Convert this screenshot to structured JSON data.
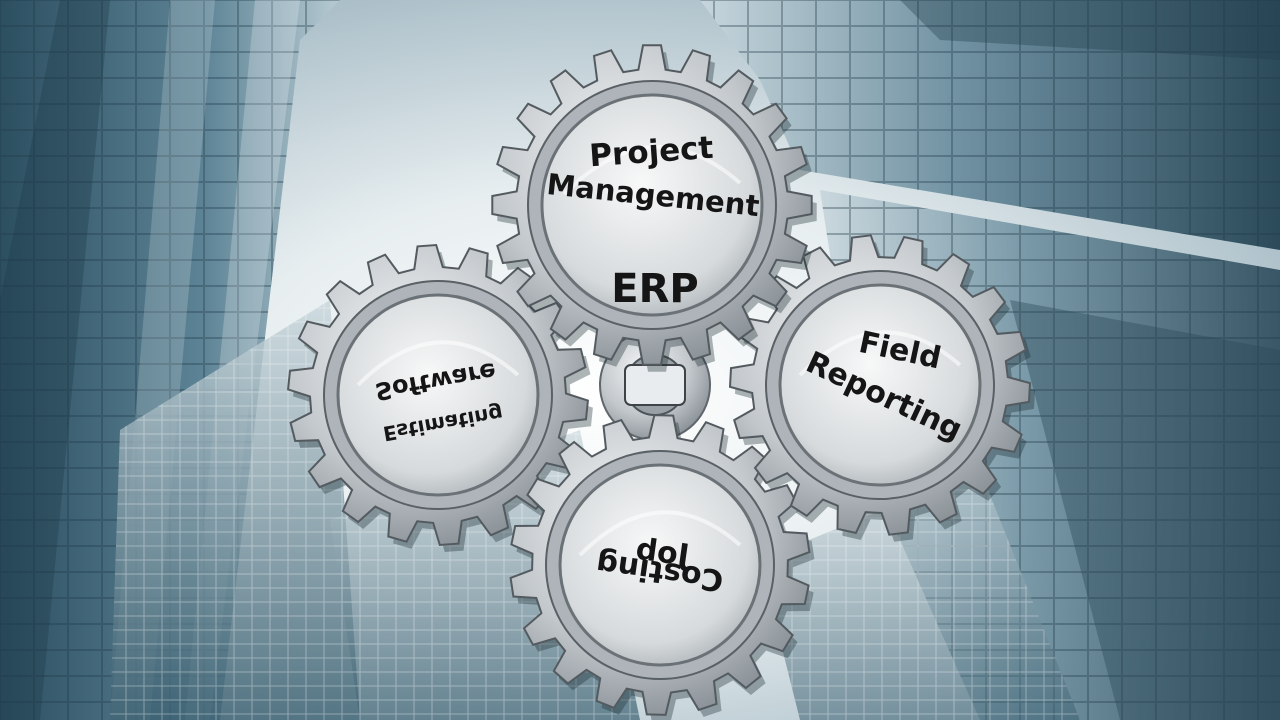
{
  "scene": {
    "gears": [
      {
        "id": "top",
        "lines": [
          "Project",
          "Management"
        ],
        "sub": "ERP"
      },
      {
        "id": "left",
        "lines": [
          "Estimating",
          "Software"
        ],
        "mirrored": true
      },
      {
        "id": "right",
        "lines": [
          "Field",
          "Reporting"
        ]
      },
      {
        "id": "bottom",
        "lines": [
          "Job",
          "Costing"
        ],
        "mirrored": true
      }
    ],
    "colors": {
      "sky": "#f2f6f7",
      "building": "#3e6577",
      "building_light": "#9fb8c2",
      "steel": "#c8ccd0",
      "steel_dark": "#6e757b",
      "text": "#151515"
    }
  }
}
